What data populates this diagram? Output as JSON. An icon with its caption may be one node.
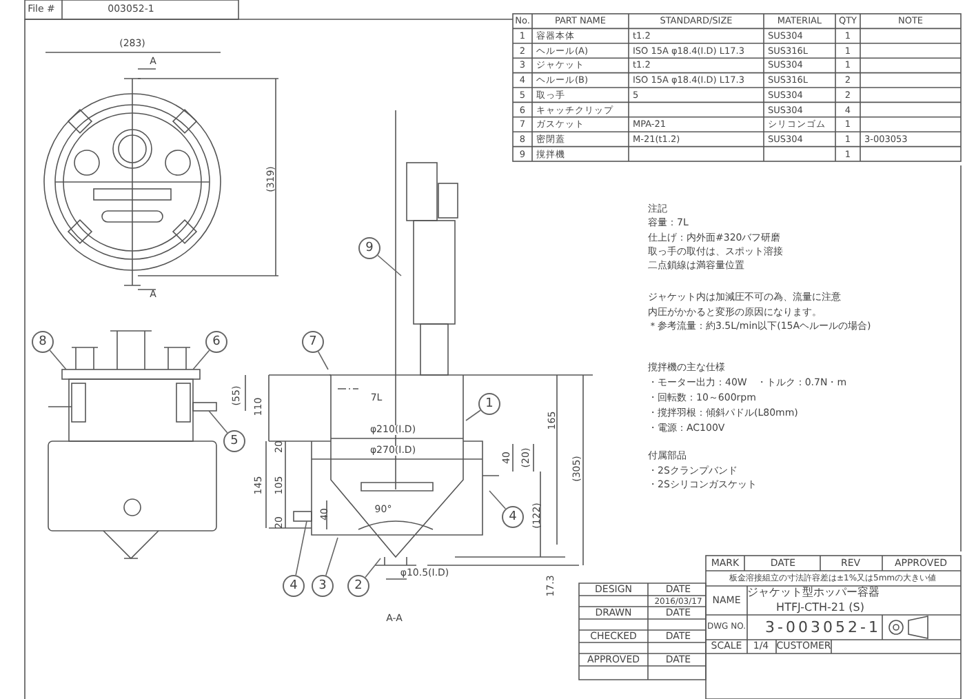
{
  "diagram": {
    "nodes": [
      {
        "text": [
          "9"
        ]
      },
      {
        "text": [
          "8"
        ]
      },
      {
        "text": [
          "6"
        ]
      },
      {
        "text": [
          "7"
        ]
      },
      {
        "text": [
          "1"
        ]
      },
      {
        "text": [
          "5"
        ]
      },
      {
        "text": [
          "4"
        ]
      },
      {
        "text": [
          "4"
        ]
      },
      {
        "text": [
          "3"
        ]
      },
      {
        "text": [
          "2"
        ]
      },
      {
        "text": [],
        "shape": "box"
      },
      {
        "text": [],
        "shape": "box"
      }
    ],
    "edges": [
      {
        "from": 0,
        "to": null,
        "arrow": "none"
      },
      {
        "from": 1,
        "to": null,
        "arrow": "none"
      },
      {
        "from": 2,
        "to": null,
        "arrow": "none"
      },
      {
        "from": 3,
        "to": null,
        "arrow": "none"
      },
      {
        "from": 4,
        "to": null,
        "arrow": "none"
      },
      {
        "from": 5,
        "to": 10,
        "arrow": "none"
      },
      {
        "from": 6,
        "to": null,
        "arrow": "none"
      },
      {
        "from": 7,
        "to": 11,
        "arrow": "none"
      },
      {
        "from": 8,
        "to": null,
        "arrow": "none"
      },
      {
        "from": 9,
        "to": null,
        "arrow": "none"
      }
    ],
    "labels": [
      "File #",
      "003052-1",
      "(283)",
      "A",
      "A",
      "(319)",
      "(55)",
      "110",
      "145",
      "20",
      "105",
      "20",
      "7L",
      "φ210(I.D)",
      "φ270(I.D)",
      "40",
      "(20)",
      "165",
      "(305)",
      "40",
      "(122)",
      "90°",
      "φ10.5(I.D)",
      "17.3",
      "A-A",
      "No.",
      "PART NAME",
      "STANDARD/SIZE",
      "MATERIAL",
      "QTY",
      "NOTE",
      "1",
      "容器本体",
      "t1.2",
      "SUS304",
      "1",
      "2",
      "ヘルール(A)",
      "ISO 15A φ18.4(I.D) L17.3",
      "SUS316L",
      "1",
      "3",
      "ジャケット",
      "t1.2",
      "SUS304",
      "1",
      "4",
      "ヘルール(B)",
      "ISO 15A φ18.4(I.D) L17.3",
      "SUS316L",
      "2",
      "5",
      "取っ手",
      "5",
      "SUS304",
      "2",
      "6",
      "キャッチクリップ",
      "SUS304",
      "4",
      "7",
      "ガスケット",
      "MPA-21",
      "シリコンゴム",
      "1",
      "8",
      "密閉蓋",
      "M-21(t1.2)",
      "SUS304",
      "1",
      "3-003053",
      "9",
      "撹拌機",
      "1",
      "注記",
      "容量：7L",
      "仕上げ：内外面#320バフ研磨",
      "取っ手の取付は、スポット溶接",
      "二点鎖線は満容量位置",
      "ジャケット内は加減圧不可の為、流量に注意",
      "内圧がかかると変形の原因になります。",
      "＊参考流量：約3.5L/min以下(15Aヘルールの場合)",
      "撹拌機の主な仕様",
      "・モーター出力：40W　・トルク：0.7N・m",
      "・回転数：10～600rpm",
      "・撹拌羽根：傾斜パドル(L80mm)",
      "・電源：AC100V",
      "付属部品",
      "・2Sクランプバンド",
      "・2Sシリコンガスケット",
      "MARK",
      "DATE",
      "REV",
      "APPROVED",
      "板金溶接組立の寸法許容差は±1%又は5mmの大きい値",
      "DESIGN",
      "DATE",
      "2016/03/17",
      "NAME",
      "ジャケット型ホッパー容器",
      "HTFJ-CTH-21 (S)",
      "DRAWN",
      "DATE",
      "DWG NO.",
      "3-003052-1",
      "CHECKED",
      "DATE",
      "SCALE",
      "1/4",
      "CUSTOMER",
      "APPROVED",
      "DATE"
    ]
  }
}
